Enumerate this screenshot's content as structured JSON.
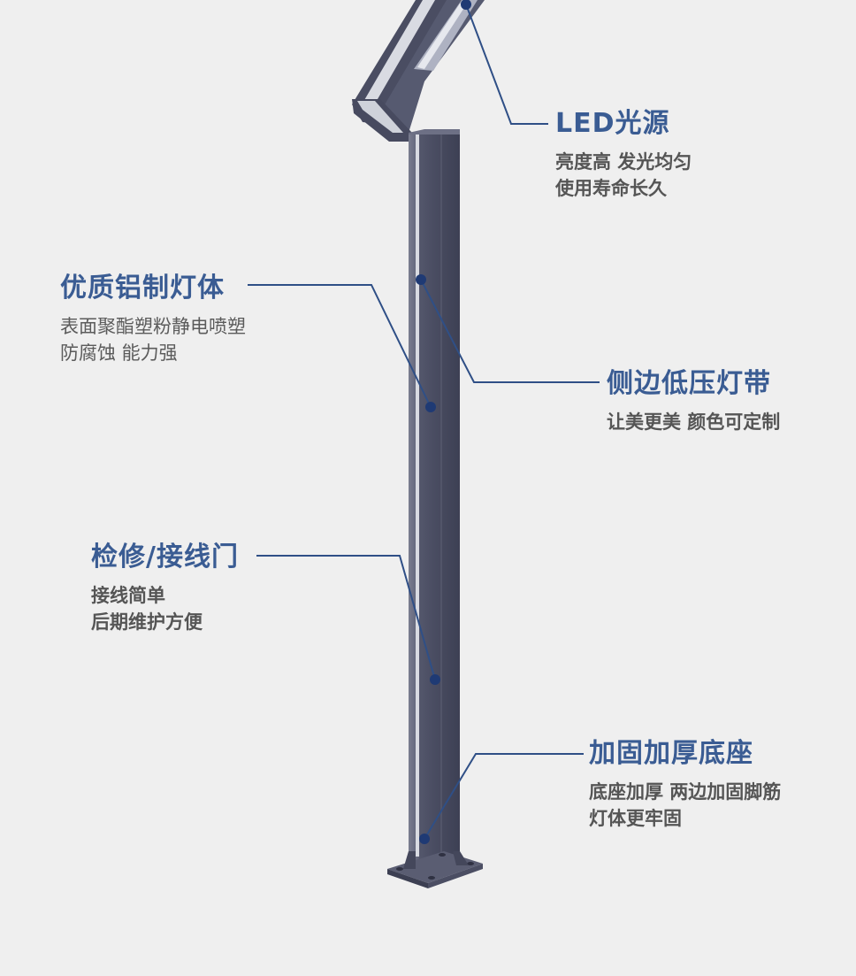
{
  "colors": {
    "background": "#efefef",
    "accent": "#3a5c93",
    "pole": "#4b4e63",
    "pole_light": "#6a6d82",
    "led_strip": "#d9dbe2",
    "leader_line": "#2f4f86",
    "text": "#5b5b5b"
  },
  "callouts": {
    "led": {
      "title": "LED光源",
      "line1": "亮度高 发光均匀",
      "line2": "使用寿命长久"
    },
    "body": {
      "title": "优质铝制灯体",
      "line1": "表面聚酯塑粉静电喷塑",
      "line2": "防腐蚀 能力强"
    },
    "strip": {
      "title": "侧边低压灯带",
      "line1": "让美更美 颜色可定制"
    },
    "door": {
      "title": "检修/接线门",
      "line1": "接线简单",
      "line2": "后期维护方便"
    },
    "base": {
      "title": "加固加厚底座",
      "line1": "底座加厚 两边加固脚筋",
      "line2": "灯体更牢固"
    }
  }
}
